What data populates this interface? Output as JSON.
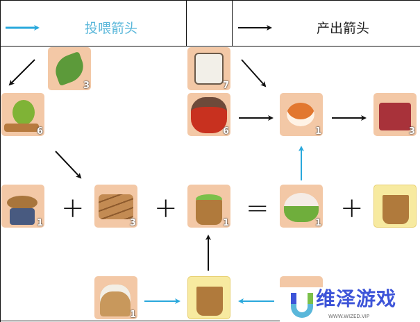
{
  "legend": {
    "feed_arrow_label": "投喂箭头",
    "output_arrow_label": "产出箭头",
    "feed_color": "#29a8dc",
    "output_color": "#111111"
  },
  "items": [
    {
      "name": "leaves",
      "count": "3"
    },
    {
      "name": "granary-bird",
      "count": "6"
    },
    {
      "name": "white-clothes",
      "count": "7"
    },
    {
      "name": "wine-jar",
      "count": "6"
    },
    {
      "name": "koi-fish",
      "count": "1"
    },
    {
      "name": "treasure-chest",
      "count": "3"
    },
    {
      "name": "stove",
      "count": "1"
    },
    {
      "name": "firewood",
      "count": "3"
    },
    {
      "name": "bucket-with-leaves",
      "count": "1"
    },
    {
      "name": "zongzi",
      "count": "1"
    },
    {
      "name": "empty-bucket",
      "count": ""
    },
    {
      "name": "rice-sack",
      "count": "1"
    },
    {
      "name": "empty-bucket-input",
      "count": ""
    }
  ],
  "operators": {
    "plus": "+",
    "equals": "="
  },
  "watermark": {
    "name": "维泽游戏",
    "url": "WWW.WIZED.VIP"
  }
}
